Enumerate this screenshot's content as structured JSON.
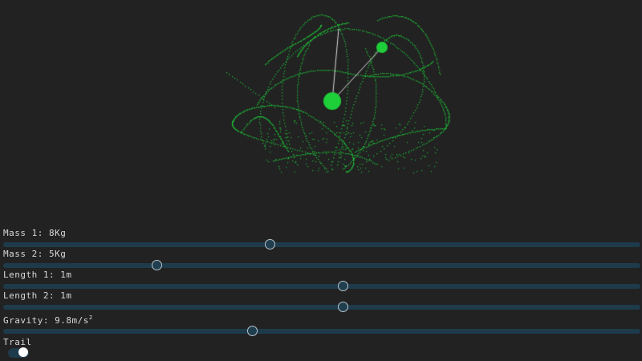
{
  "colors": {
    "background": "#222222",
    "pendulum": "#1fcf3a",
    "rod": "#dcdcdc",
    "track": "#1e3b4c",
    "label": "#d8d8d8"
  },
  "controls": {
    "mass1": {
      "label": "Mass 1: 8Kg",
      "fraction": 0.418
    },
    "mass2": {
      "label": "Mass 2: 5Kg",
      "fraction": 0.24
    },
    "length1": {
      "label": "Length 1: 1m",
      "fraction": 0.533
    },
    "length2": {
      "label": "Length 2: 1m",
      "fraction": 0.533
    },
    "gravity": {
      "label": "Gravity: 9.8m/s",
      "unit_exponent": "2",
      "fraction": 0.39
    }
  },
  "trail": {
    "label": "Trail",
    "enabled": true
  }
}
